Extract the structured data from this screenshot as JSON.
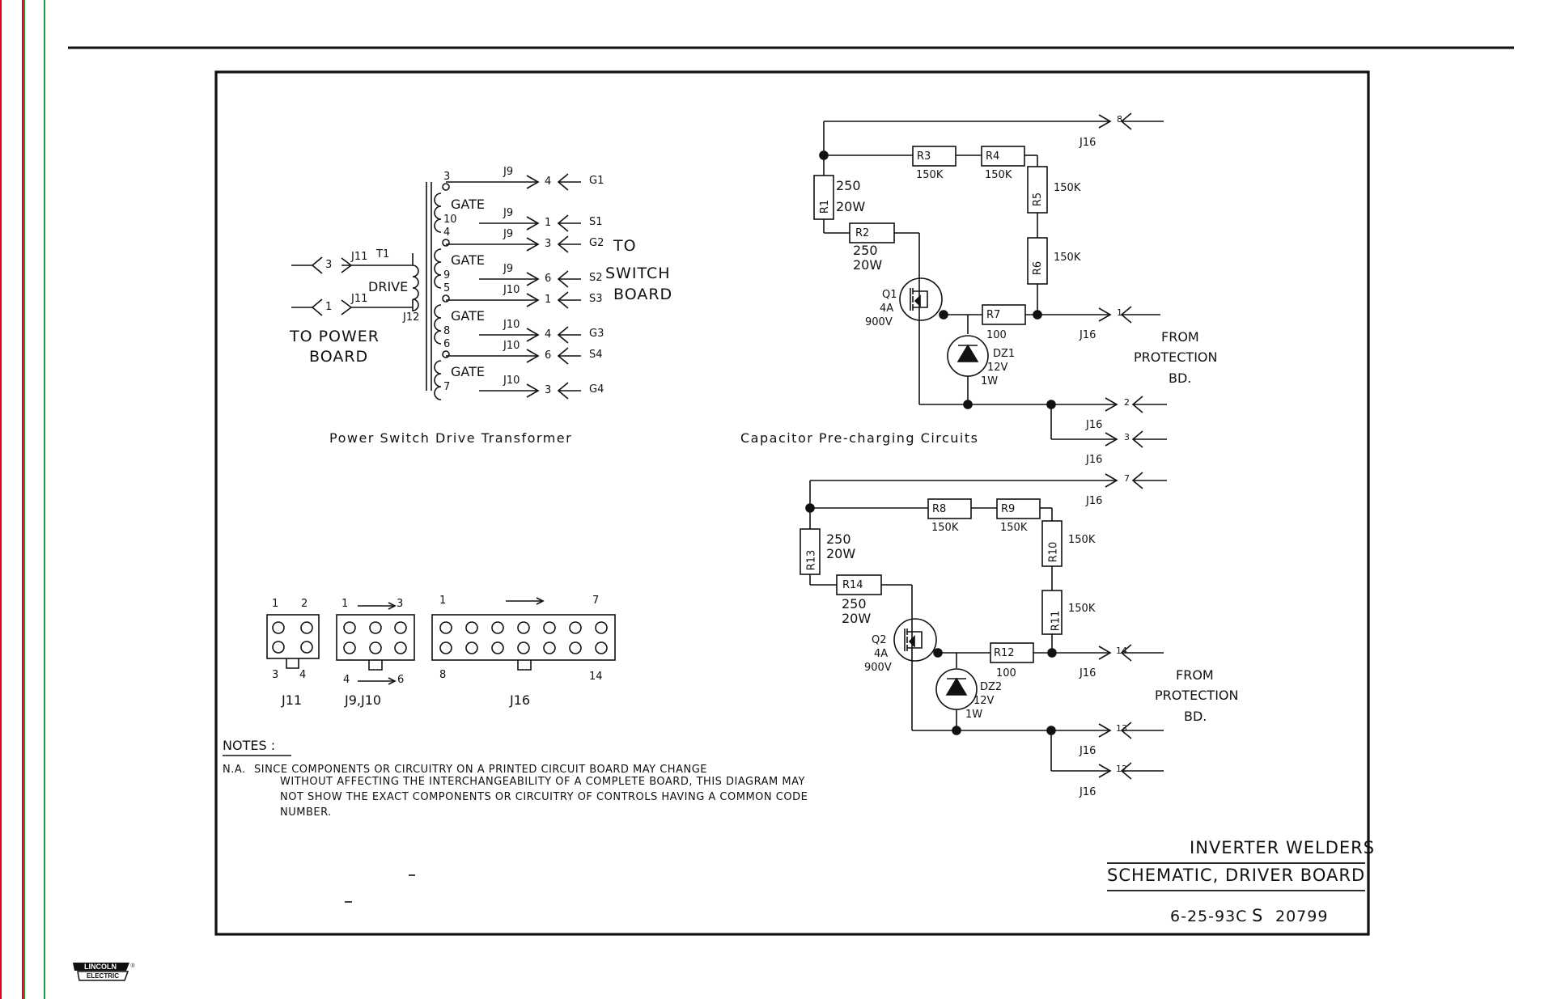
{
  "colors": {
    "edge_red": "#e0001b",
    "edge_green": "#1a9a3a",
    "ink": "#111111"
  },
  "brand": {
    "logo_top": "LINCOLN",
    "logo_bottom": "ELECTRIC",
    "logo_mark": "®"
  },
  "transformer": {
    "caption": "Power Switch Drive Transformer",
    "t1": "T1",
    "drive": "DRIVE",
    "j12": "J12",
    "to_power_board": [
      "TO POWER",
      "BOARD"
    ],
    "to_switch_board": [
      "TO",
      "SWITCH",
      "BOARD"
    ],
    "gate": "GATE",
    "left_pins": [
      {
        "num": "3",
        "conn": "J11"
      },
      {
        "num": "1",
        "conn": "J11"
      }
    ],
    "winding_pins": [
      "3",
      "10",
      "4",
      "9",
      "5",
      "8",
      "6",
      "7"
    ],
    "outputs": [
      {
        "conn": "J9",
        "pin": "4",
        "signal": "G1"
      },
      {
        "conn": "J9",
        "pin": "1",
        "signal": "S1"
      },
      {
        "conn": "J9",
        "pin": "3",
        "signal": "G2"
      },
      {
        "conn": "J9",
        "pin": "6",
        "signal": "S2"
      },
      {
        "conn": "J10",
        "pin": "1",
        "signal": "S3"
      },
      {
        "conn": "J10",
        "pin": "4",
        "signal": "G3"
      },
      {
        "conn": "J10",
        "pin": "6",
        "signal": "S4"
      },
      {
        "conn": "J10",
        "pin": "3",
        "signal": "G4"
      }
    ]
  },
  "precharge": {
    "caption": "Capacitor Pre-charging Circuits",
    "from_protection": [
      "FROM",
      "PROTECTION",
      "BD."
    ],
    "top": {
      "r1": {
        "ref": "R1",
        "value": "250",
        "power": "20W"
      },
      "r2": {
        "ref": "R2",
        "value": "250",
        "power": "20W"
      },
      "r3": {
        "ref": "R3",
        "value": "150K"
      },
      "r4": {
        "ref": "R4",
        "value": "150K"
      },
      "r5": {
        "ref": "R5",
        "value": "150K"
      },
      "r6": {
        "ref": "R6",
        "value": "150K"
      },
      "r7": {
        "ref": "R7",
        "value": "100"
      },
      "q": {
        "ref": "Q1",
        "amps": "4A",
        "volts": "900V"
      },
      "dz": {
        "ref": "DZ1",
        "volts": "12V",
        "power": "1W"
      },
      "pins": [
        "8",
        "1",
        "2",
        "3"
      ],
      "conn": "J16"
    },
    "bottom": {
      "r13": {
        "ref": "R13",
        "value": "250",
        "power": "20W"
      },
      "r14": {
        "ref": "R14",
        "value": "250",
        "power": "20W"
      },
      "r8": {
        "ref": "R8",
        "value": "150K"
      },
      "r9": {
        "ref": "R9",
        "value": "150K"
      },
      "r10": {
        "ref": "R10",
        "value": "150K"
      },
      "r11": {
        "ref": "R11",
        "value": "150K"
      },
      "r12": {
        "ref": "R12",
        "value": "100"
      },
      "q": {
        "ref": "Q2",
        "amps": "4A",
        "volts": "900V"
      },
      "dz": {
        "ref": "DZ2",
        "volts": "12V",
        "power": "1W"
      },
      "pins": [
        "7",
        "14",
        "13",
        "12"
      ],
      "conn": "J16"
    }
  },
  "connectors": {
    "j11": {
      "label": "J11",
      "top": [
        "1",
        "2"
      ],
      "bottom": [
        "3",
        "4"
      ]
    },
    "j9j10": {
      "label": "J9,J10",
      "top": [
        "1",
        "3"
      ],
      "bottom": [
        "4",
        "6"
      ]
    },
    "j16": {
      "label": "J16",
      "top": [
        "1",
        "7"
      ],
      "bottom": [
        "8",
        "14"
      ]
    }
  },
  "notes": {
    "heading": "NOTES :",
    "prefix": "N.A.",
    "lines": [
      "SINCE COMPONENTS OR CIRCUITRY ON A PRINTED CIRCUIT BOARD MAY CHANGE",
      "WITHOUT AFFECTING THE INTERCHANGEABILITY OF A COMPLETE BOARD, THIS DIAGRAM MAY",
      "NOT SHOW THE EXACT COMPONENTS OR CIRCUITRY OF CONTROLS HAVING A COMMON CODE",
      "NUMBER."
    ]
  },
  "title_block": {
    "line1": "INVERTER WELDERS",
    "line2": "SCHEMATIC, DRIVER BOARD",
    "date": "6-25-93C",
    "sheet_code": "S",
    "drawing_no": "20799"
  }
}
